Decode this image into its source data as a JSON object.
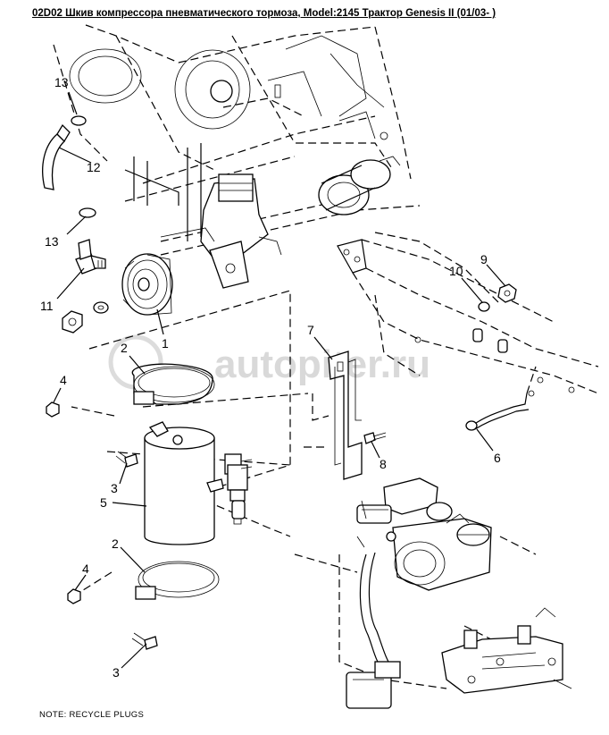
{
  "title": "02D02 Шкив компрессора пневматического тормоза, Model:2145 Трактор Genesis II (01/03- )",
  "note": "NOTE: RECYCLE PLUGS",
  "watermark": "autopiter.ru",
  "callouts": {
    "c1": "1",
    "c2a": "2",
    "c2b": "2",
    "c3a": "3",
    "c3b": "3",
    "c4a": "4",
    "c4b": "4",
    "c5": "5",
    "c6": "6",
    "c7": "7",
    "c8": "8",
    "c9": "9",
    "c10": "10",
    "c11": "11",
    "c12": "12",
    "c13a": "13",
    "c13b": "13"
  }
}
